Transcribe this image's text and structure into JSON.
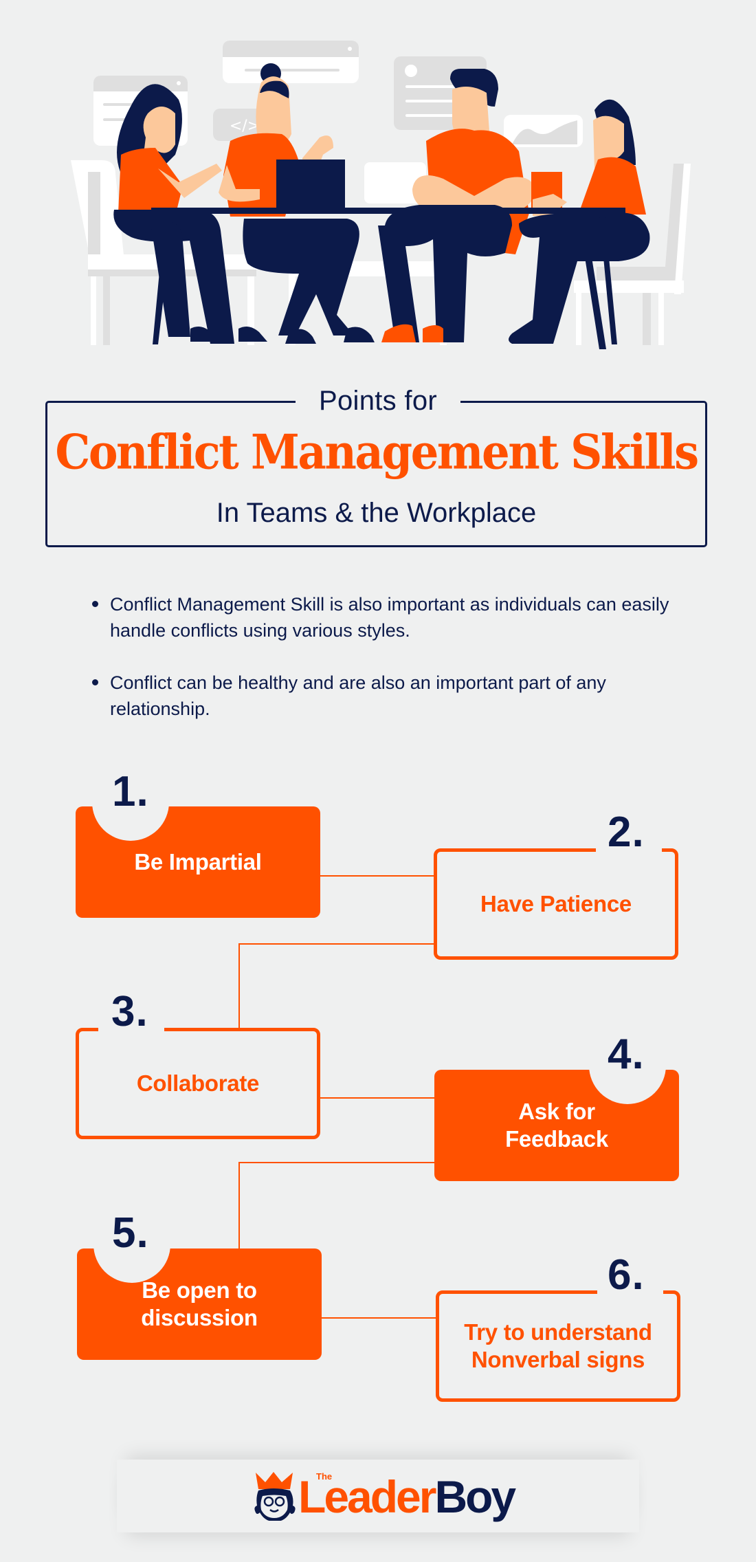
{
  "colors": {
    "background": "#eff0f0",
    "accent_orange": "#ff5100",
    "navy": "#0c1a4a",
    "skin": "#fcc89b",
    "light_grey": "#dfdfdf",
    "white": "#ffffff"
  },
  "hero": {
    "description": "Four people in orange shirts and navy pants sitting around a table with a laptop, floating UI cards in the background",
    "code_card_glyph": "</>"
  },
  "header": {
    "kicker": "Points for",
    "title": "Conflict Management Skills",
    "subtitle": "In Teams & the Workplace"
  },
  "bullets": [
    "Conflict Management Skill is also important as individuals can easily handle conflicts using various styles.",
    "Conflict can be healthy and are also an important part of any relationship."
  ],
  "steps": [
    {
      "number": "1.",
      "label": "Be Impartial",
      "style": "filled"
    },
    {
      "number": "2.",
      "label": "Have Patience",
      "style": "outlined"
    },
    {
      "number": "3.",
      "label": "Collaborate",
      "style": "outlined"
    },
    {
      "number": "4.",
      "label": "Ask for Feedback",
      "style": "filled"
    },
    {
      "number": "5.",
      "label": "Be open to discussion",
      "style": "filled"
    },
    {
      "number": "6.",
      "label": "Try to understand Nonverbal signs",
      "style": "outlined"
    }
  ],
  "footer": {
    "logo_small": "The",
    "logo_part1": "Leader",
    "logo_part2": "Boy",
    "logo_icon": "crowned-boy-with-glasses"
  }
}
